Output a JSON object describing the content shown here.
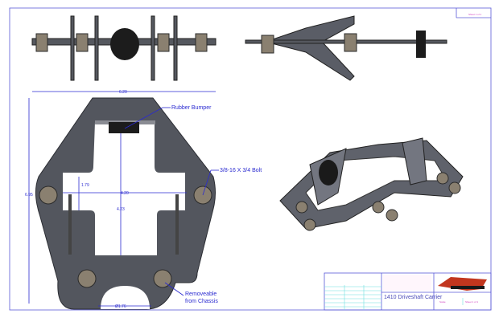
{
  "drawing": {
    "title": "1410 Driveshaft Carrier",
    "callouts": {
      "bumper": "Rubber Bumper",
      "bolt": "3/8-16 X 3/4 Bolt",
      "removeable": "Removeable",
      "removeable2": "from Chassis"
    },
    "dimensions": {
      "width": "6.20",
      "height": "6.95",
      "bolt_spacing": "4.20",
      "center_height": "4.23",
      "cutout_height": "1.79",
      "diameter": "Ø1.76"
    },
    "title_block": {
      "sheet": "Sheet 1 of 1",
      "scale": "Scale"
    }
  }
}
